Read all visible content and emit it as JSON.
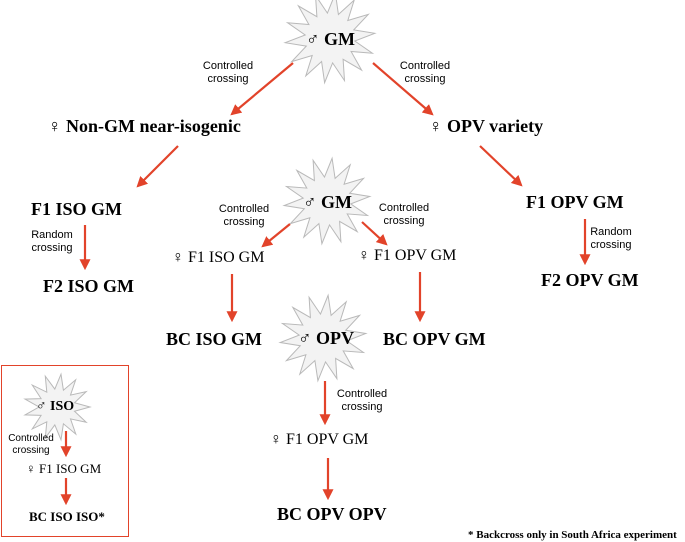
{
  "colors": {
    "arrow": "#e2432a",
    "frame": "#e2432a",
    "burst_fill": "#f3f3f3",
    "burst_stroke": "#b9b9b9",
    "text": "#000000"
  },
  "bursts": [
    {
      "id": "top-gm",
      "label": "♂ GM"
    },
    {
      "id": "mid-gm",
      "label": "♂ GM"
    },
    {
      "id": "mid-opv",
      "label": "♂ OPV"
    },
    {
      "id": "legend-iso",
      "label": "♂ ISO"
    }
  ],
  "nodes": {
    "non_gm_parent": "♀ Non-GM near-isogenic",
    "opv_parent": "♀ OPV variety",
    "f1_iso_gm": "F1 ISO GM",
    "f2_iso_gm": "F2 ISO GM",
    "f1_opv_gm": "F1 OPV GM",
    "f2_opv_gm": "F2 OPV GM",
    "female_f1_iso_gm": "♀ F1 ISO GM",
    "female_f1_opv_gm": "♀ F1 OPV GM",
    "bc_iso_gm": "BC ISO GM",
    "bc_opv_gm": "BC OPV GM",
    "female_f1_opv_gm_2": "♀ F1 OPV GM",
    "bc_opv_opv": "BC OPV OPV",
    "legend_female_f1_iso_gm": "♀ F1 ISO GM",
    "legend_bc_iso_iso": "BC ISO ISO*"
  },
  "edge_labels": {
    "controlled_left": [
      "Controlled",
      "crossing"
    ],
    "controlled_right": [
      "Controlled",
      "crossing"
    ],
    "random_left": [
      "Random",
      "crossing"
    ],
    "random_right": [
      "Random",
      "crossing"
    ],
    "controlled_mid_left": [
      "Controlled",
      "crossing"
    ],
    "controlled_mid_right": [
      "Controlled",
      "crossing"
    ],
    "controlled_opv": [
      "Controlled",
      "crossing"
    ],
    "controlled_legend": [
      "Controlled",
      "crossing"
    ]
  },
  "footnote": "* Backcross only in South Africa experiment"
}
